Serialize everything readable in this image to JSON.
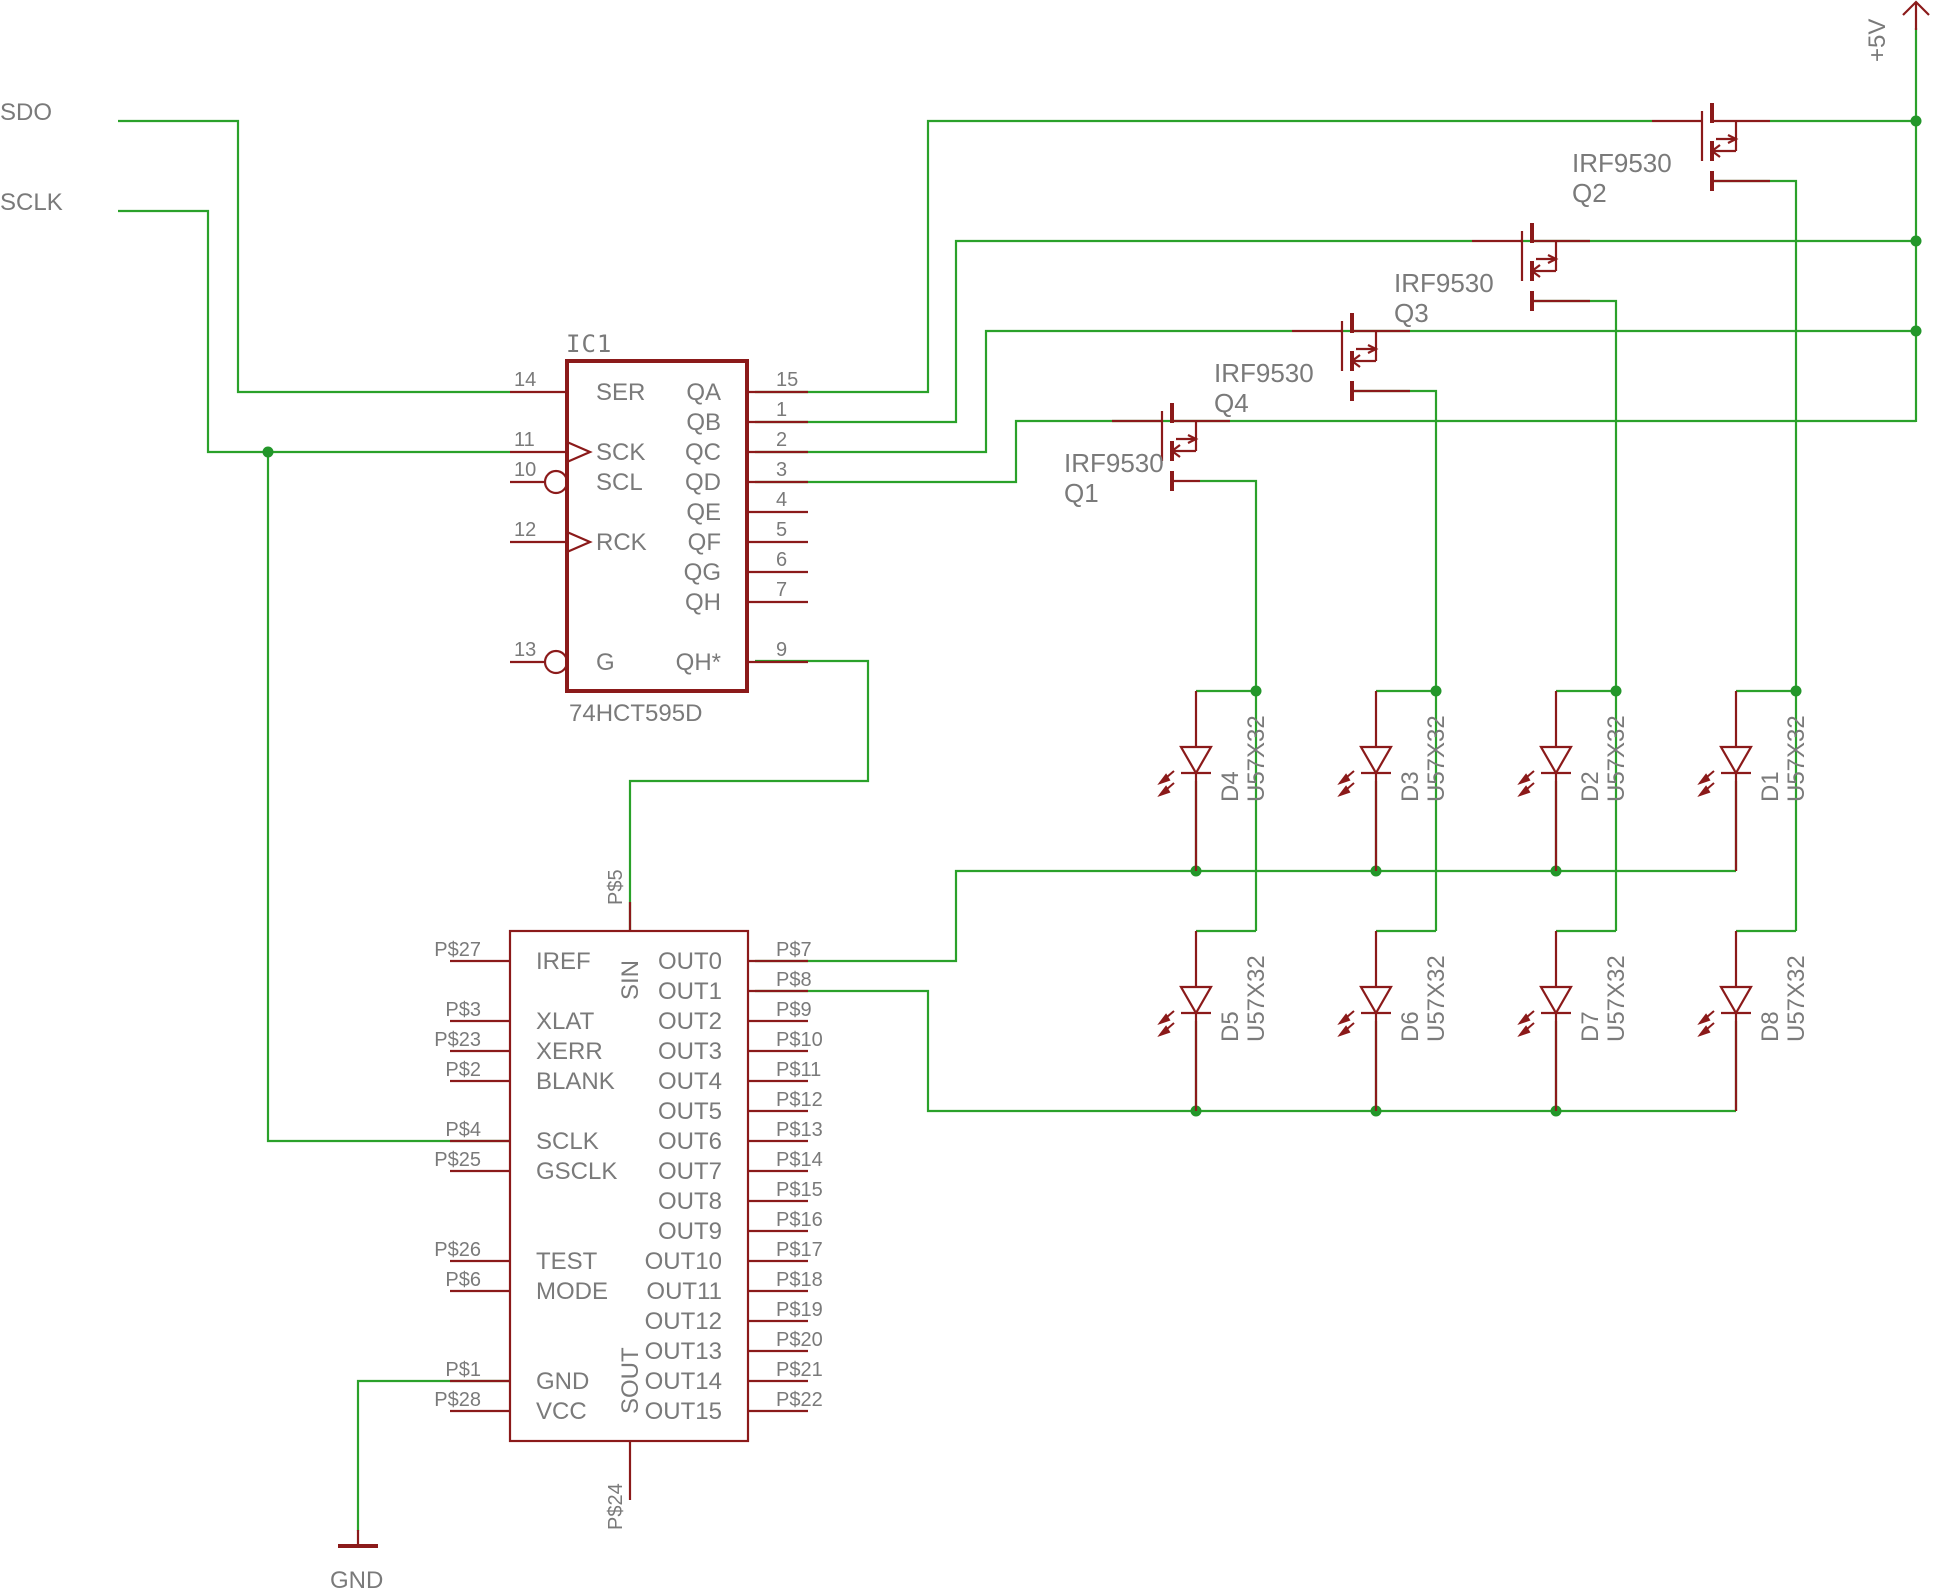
{
  "colors": {
    "wire": "#2aa12a",
    "part": "#8b1a1a",
    "text": "#7a7a7a",
    "junction": "#23962a"
  },
  "nets": {
    "sdo": "SDO",
    "sclk": "SCLK",
    "gnd": "GND",
    "vcc": "+5V"
  },
  "ic1": {
    "ref": "IC1",
    "value": "74HCT595D",
    "left_pins": [
      {
        "num": "14",
        "name": "SER"
      },
      {
        "num": "11",
        "name": "SCK"
      },
      {
        "num": "10",
        "name": "SCL"
      },
      {
        "num": "12",
        "name": "RCK"
      },
      {
        "num": "13",
        "name": "G"
      }
    ],
    "right_pins": [
      {
        "num": "15",
        "name": "QA"
      },
      {
        "num": "1",
        "name": "QB"
      },
      {
        "num": "2",
        "name": "QC"
      },
      {
        "num": "3",
        "name": "QD"
      },
      {
        "num": "4",
        "name": "QE"
      },
      {
        "num": "5",
        "name": "QF"
      },
      {
        "num": "6",
        "name": "QG"
      },
      {
        "num": "7",
        "name": "QH"
      },
      {
        "num": "9",
        "name": "QH*"
      }
    ]
  },
  "ic2": {
    "left_pins": [
      {
        "pad": "P$27",
        "name": "IREF"
      },
      {
        "pad": "P$3",
        "name": "XLAT"
      },
      {
        "pad": "P$23",
        "name": "XERR"
      },
      {
        "pad": "P$2",
        "name": "BLANK"
      },
      {
        "pad": "P$4",
        "name": "SCLK"
      },
      {
        "pad": "P$25",
        "name": "GSCLK"
      },
      {
        "pad": "P$26",
        "name": "TEST"
      },
      {
        "pad": "P$6",
        "name": "MODE"
      },
      {
        "pad": "P$1",
        "name": "GND"
      },
      {
        "pad": "P$28",
        "name": "VCC"
      }
    ],
    "right_pins": [
      {
        "pad": "P$7",
        "name": "OUT0"
      },
      {
        "pad": "P$8",
        "name": "OUT1"
      },
      {
        "pad": "P$9",
        "name": "OUT2"
      },
      {
        "pad": "P$10",
        "name": "OUT3"
      },
      {
        "pad": "P$11",
        "name": "OUT4"
      },
      {
        "pad": "P$12",
        "name": "OUT5"
      },
      {
        "pad": "P$13",
        "name": "OUT6"
      },
      {
        "pad": "P$14",
        "name": "OUT7"
      },
      {
        "pad": "P$15",
        "name": "OUT8"
      },
      {
        "pad": "P$16",
        "name": "OUT9"
      },
      {
        "pad": "P$17",
        "name": "OUT10"
      },
      {
        "pad": "P$18",
        "name": "OUT11"
      },
      {
        "pad": "P$19",
        "name": "OUT12"
      },
      {
        "pad": "P$20",
        "name": "OUT13"
      },
      {
        "pad": "P$21",
        "name": "OUT14"
      },
      {
        "pad": "P$22",
        "name": "OUT15"
      }
    ],
    "sin": {
      "pad": "P$5",
      "name": "SIN"
    },
    "sout": {
      "pad": "P$24",
      "name": "SOUT"
    }
  },
  "mosfets": [
    {
      "ref": "Q2",
      "value": "IRF9530"
    },
    {
      "ref": "Q3",
      "value": "IRF9530"
    },
    {
      "ref": "Q4",
      "value": "IRF9530"
    },
    {
      "ref": "Q1",
      "value": "IRF9530"
    }
  ],
  "leds_top": [
    {
      "ref": "D4",
      "value": "U57X32"
    },
    {
      "ref": "D3",
      "value": "U57X32"
    },
    {
      "ref": "D2",
      "value": "U57X32"
    },
    {
      "ref": "D1",
      "value": "U57X32"
    }
  ],
  "leds_bottom": [
    {
      "ref": "D5",
      "value": "U57X32"
    },
    {
      "ref": "D6",
      "value": "U57X32"
    },
    {
      "ref": "D7",
      "value": "U57X32"
    },
    {
      "ref": "D8",
      "value": "U57X32"
    }
  ]
}
